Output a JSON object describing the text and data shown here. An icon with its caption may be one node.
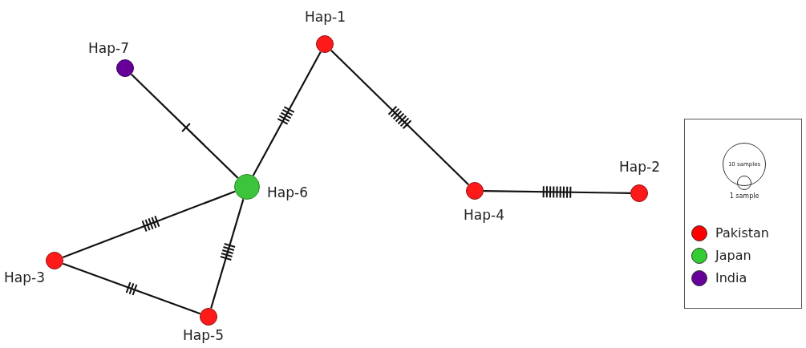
{
  "diagram": {
    "nodes": [
      {
        "text": [],
        "shape": "circle",
        "beside": [
          "Hap-1"
        ]
      },
      {
        "text": [],
        "shape": "circle",
        "beside": [
          "Hap-2"
        ]
      },
      {
        "text": [],
        "shape": "circle",
        "beside": [
          "Hap-3"
        ]
      },
      {
        "text": [],
        "shape": "circle",
        "beside": [
          "Hap-4"
        ]
      },
      {
        "text": [],
        "shape": "circle",
        "beside": [
          "Hap-5"
        ]
      },
      {
        "text": [],
        "shape": "circle",
        "beside": [
          "Hap-6"
        ]
      },
      {
        "text": [],
        "shape": "circle",
        "beside": [
          "Hap-7"
        ]
      }
    ],
    "edges": [
      {
        "from": 6,
        "to": 5,
        "arrow": "none"
      },
      {
        "from": 5,
        "to": 0,
        "arrow": "none"
      },
      {
        "from": 0,
        "to": 3,
        "arrow": "none"
      },
      {
        "from": 3,
        "to": 1,
        "arrow": "none"
      },
      {
        "from": 2,
        "to": 5,
        "arrow": "none"
      },
      {
        "from": 5,
        "to": 4,
        "arrow": "none"
      },
      {
        "from": 2,
        "to": 4,
        "arrow": "none"
      }
    ],
    "legend": [
      {
        "text": "10 samples"
      },
      {
        "text": "1 sample"
      },
      {
        "text": "Pakistan",
        "color": "#ff0000"
      },
      {
        "text": "Japan",
        "color": "#33cc33"
      },
      {
        "text": "India",
        "color": "#660099"
      }
    ]
  }
}
